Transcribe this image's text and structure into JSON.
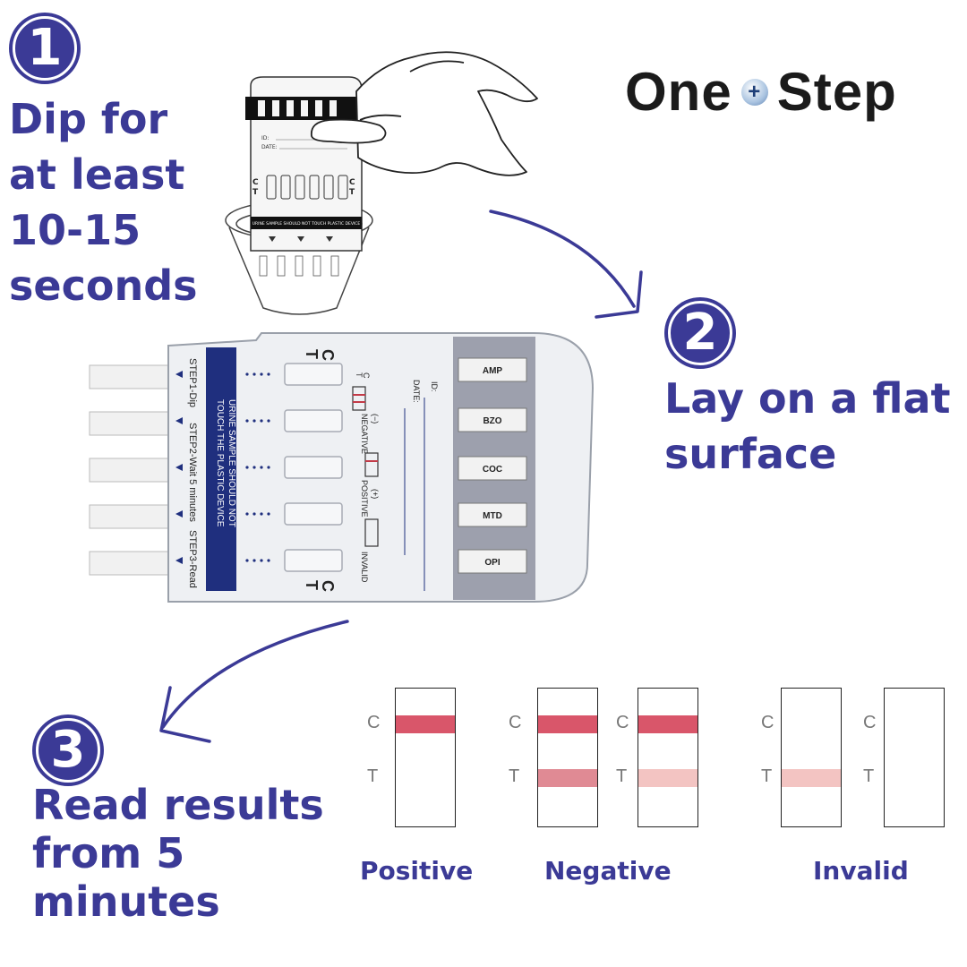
{
  "brand": {
    "name_part1": "One",
    "plus": "+",
    "name_part2": "Step"
  },
  "steps": [
    {
      "number": "1",
      "lines": [
        "Dip for",
        "at least",
        "10-15",
        "seconds"
      ]
    },
    {
      "number": "2",
      "lines": [
        "Lay on a flat",
        "surface"
      ]
    },
    {
      "number": "3",
      "lines": [
        "Read results",
        "from 5",
        "minutes"
      ]
    }
  ],
  "cup_card": {
    "id_label": "ID:",
    "date_label": "DATE:",
    "warning": "URINE SAMPLE SHOULD NOT TOUCH PLASTIC DEVICE"
  },
  "device": {
    "step_text": [
      "STEP1-Dip",
      "STEP2-Wait 5 minutes",
      "STEP3-Read"
    ],
    "warning_line1": "URINE SAMPLE SHOULD NOT",
    "warning_line2": "TOUCH THE PLASTIC DEVICE",
    "c_label": "C",
    "t_label": "T",
    "id_label": "ID:",
    "date_label": "DATE:",
    "negative_sign": "(−)",
    "negative_label": "NEGATIVE",
    "positive_sign": "(+)",
    "positive_label": "POSITIVE",
    "invalid_label": "INVALID",
    "drug_labels": [
      "AMP",
      "BZO",
      "COC",
      "MTD",
      "OPI"
    ]
  },
  "results": {
    "c_letter": "C",
    "t_letter": "T",
    "positive_label": "Positive",
    "negative_label": "Negative",
    "invalid_label": "Invalid"
  },
  "colors": {
    "accent": "#3b3a96",
    "device_blue": "#1f2f7e",
    "band_strong": "#d9566a",
    "band_medium": "#e08a94",
    "band_light": "#f3c4c2",
    "window_grey": "#9da0ad"
  },
  "icons": [
    "hand-icon",
    "collection-cup-icon",
    "curved-arrow-icon"
  ]
}
